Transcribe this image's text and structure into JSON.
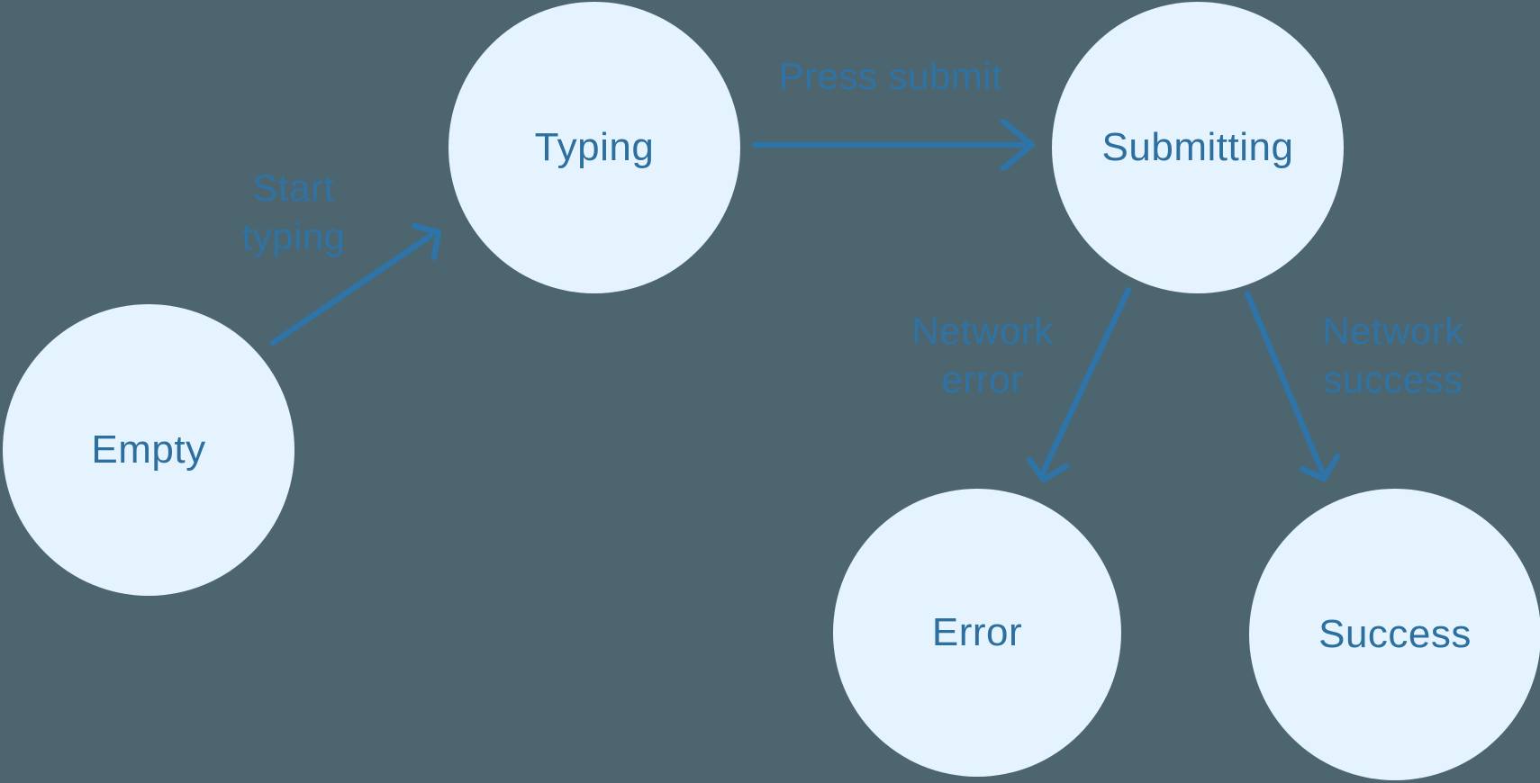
{
  "diagram": {
    "colors": {
      "background": "#4C656E",
      "node_fill": "#E4F3FD",
      "node_text": "#2D6F9E",
      "arrow": "#2E74A8",
      "edge_label_text": "#2F73A5"
    },
    "nodes": {
      "empty": {
        "label": "Empty"
      },
      "typing": {
        "label": "Typing"
      },
      "submitting": {
        "label": "Submitting"
      },
      "error": {
        "label": "Error"
      },
      "success": {
        "label": "Success"
      }
    },
    "transitions": {
      "start_typing": {
        "label": "Start\ntyping",
        "from": "Empty",
        "to": "Typing"
      },
      "press_submit": {
        "label": "Press submit",
        "from": "Typing",
        "to": "Submitting"
      },
      "network_error": {
        "label": "Network\nerror",
        "from": "Submitting",
        "to": "Error"
      },
      "network_success": {
        "label": "Network\nsuccess",
        "from": "Submitting",
        "to": "Success"
      }
    }
  }
}
